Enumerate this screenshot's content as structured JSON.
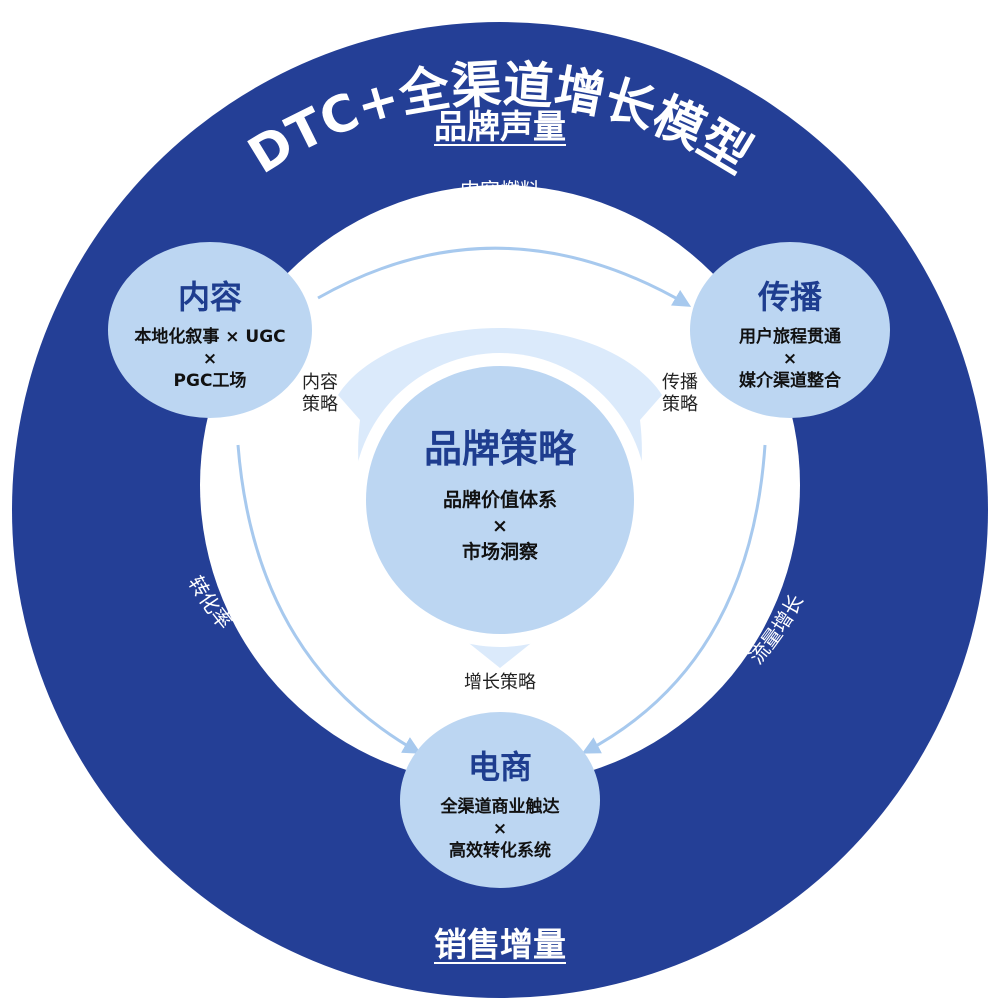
{
  "colors": {
    "outer_ring": "#243f96",
    "inner_field": "#ffffff",
    "node_fill": "#bcd6f2",
    "center_ring": "#dbeafb",
    "arrow": "#a7c9ee",
    "title_text": "#1e3d8f"
  },
  "title": "DTC+全渠道增长模型",
  "outer_top_label": "品牌声量",
  "outer_bottom_label": "销售增量",
  "arc_labels": {
    "top": "内容燃料",
    "left": "转化率",
    "right": "流量增长"
  },
  "center": {
    "title": "品牌策略",
    "line1": "品牌价值体系",
    "times": "×",
    "line2": "市场洞察",
    "strategy_left_1": "内容",
    "strategy_left_2": "策略",
    "strategy_right_1": "传播",
    "strategy_right_2": "策略",
    "strategy_bottom": "增长策略"
  },
  "nodes": {
    "content": {
      "title": "内容",
      "line1": "本地化叙事 × UGC",
      "times": "×",
      "line2": "PGC工场"
    },
    "spread": {
      "title": "传播",
      "line1": "用户旅程贯通",
      "times": "×",
      "line2": "媒介渠道整合"
    },
    "ecommerce": {
      "title": "电商",
      "line1": "全渠道商业触达",
      "times": "×",
      "line2": "高效转化系统"
    }
  }
}
